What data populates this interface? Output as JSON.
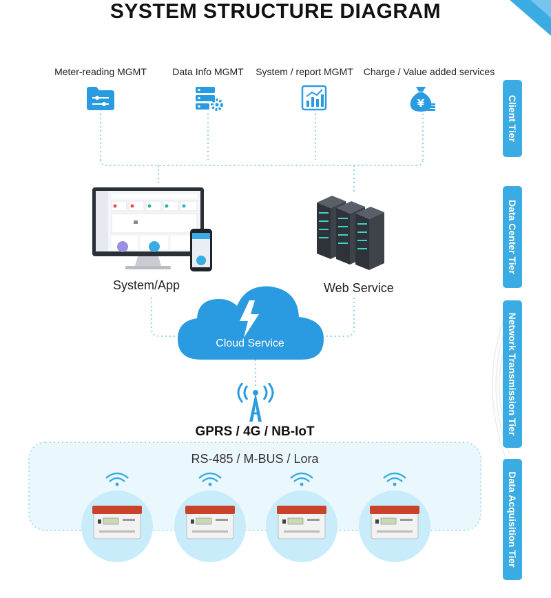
{
  "title": "SYSTEM STRUCTURE DIAGRAM",
  "client_tier": {
    "items": [
      {
        "label": "Meter-reading MGMT",
        "icon": "folder-settings-icon"
      },
      {
        "label": "Data Info MGMT",
        "icon": "server-gear-icon"
      },
      {
        "label": "System / report MGMT",
        "icon": "bar-chart-icon"
      },
      {
        "label": "Charge / Value added services",
        "icon": "money-bag-icon"
      }
    ]
  },
  "data_center": {
    "system_label": "System/App",
    "web_label": "Web Service"
  },
  "cloud": {
    "label": "Cloud Service"
  },
  "network": {
    "label": "GPRS / 4G / NB-IoT"
  },
  "bus": {
    "label": "RS-485 / M-BUS / Lora"
  },
  "tiers": [
    {
      "label": "Client Tier"
    },
    {
      "label": "Data Center Tier"
    },
    {
      "label": "Network Transmission Tier"
    },
    {
      "label": "Data Acquisition Tier"
    }
  ],
  "colors": {
    "accent": "#3aace3",
    "icon_blue": "#2a9be0",
    "dotted_line": "#8fd0ef",
    "bus_fill": "#eaf7fd",
    "meter_circle": "#c9ecfa",
    "meter_red": "#c9432a"
  }
}
